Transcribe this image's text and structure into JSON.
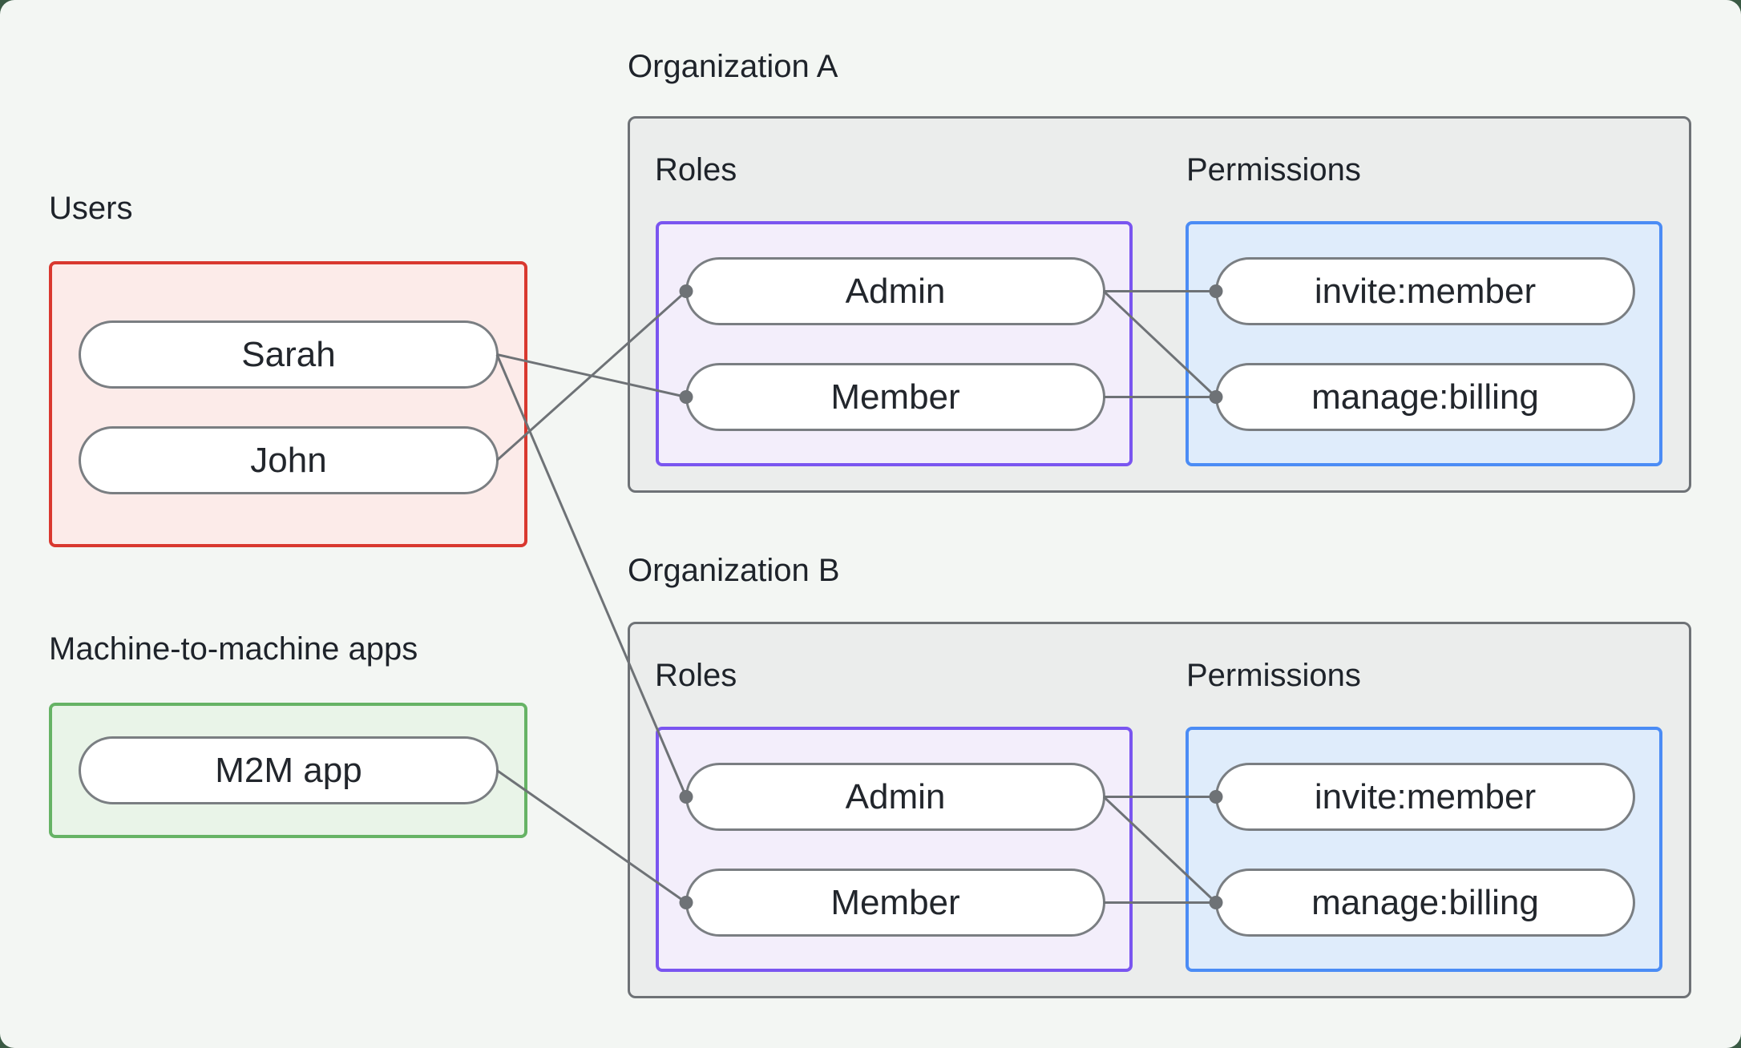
{
  "colors": {
    "page_bg": "#f3f6f3",
    "corner_backdrop": "#3a5a44",
    "text": "#1e232a",
    "pill_text": "#22262c",
    "pill_bg": "#ffffff",
    "pill_border": "#7a7e82",
    "connector": "#6e7276",
    "org_border": "#6e7276",
    "org_bg": "#ebedec",
    "users_border": "#d9382f",
    "users_bg": "#fcebe9",
    "m2m_border": "#66b365",
    "m2m_bg": "#e9f4e8",
    "roles_border": "#7a55f0",
    "roles_bg": "#f3eefb",
    "permissions_border": "#4b8cf5",
    "permissions_bg": "#dfecfb"
  },
  "users": {
    "label": "Users",
    "items": [
      {
        "id": "sarah",
        "label": "Sarah"
      },
      {
        "id": "john",
        "label": "John"
      }
    ]
  },
  "m2m": {
    "label": "Machine-to-machine apps",
    "items": [
      {
        "id": "m2m",
        "label": "M2M app"
      }
    ]
  },
  "orgs": [
    {
      "title": "Organization A",
      "roles": {
        "label": "Roles",
        "items": [
          {
            "id": "orgA-admin",
            "label": "Admin"
          },
          {
            "id": "orgA-member",
            "label": "Member"
          }
        ]
      },
      "permissions": {
        "label": "Permissions",
        "items": [
          {
            "id": "orgA-invite",
            "label": "invite:member"
          },
          {
            "id": "orgA-billing",
            "label": "manage:billing"
          }
        ]
      }
    },
    {
      "title": "Organization B",
      "roles": {
        "label": "Roles",
        "items": [
          {
            "id": "orgB-admin",
            "label": "Admin"
          },
          {
            "id": "orgB-member",
            "label": "Member"
          }
        ]
      },
      "permissions": {
        "label": "Permissions",
        "items": [
          {
            "id": "orgB-invite",
            "label": "invite:member"
          },
          {
            "id": "orgB-billing",
            "label": "manage:billing"
          }
        ]
      }
    }
  ],
  "edges": [
    {
      "from": "sarah",
      "to": "orgA-member"
    },
    {
      "from": "john",
      "to": "orgA-admin"
    },
    {
      "from": "sarah",
      "to": "orgB-admin"
    },
    {
      "from": "m2m",
      "to": "orgB-member"
    },
    {
      "from": "orgA-admin",
      "to": "orgA-invite"
    },
    {
      "from": "orgA-admin",
      "to": "orgA-billing"
    },
    {
      "from": "orgA-member",
      "to": "orgA-billing"
    },
    {
      "from": "orgB-admin",
      "to": "orgB-invite"
    },
    {
      "from": "orgB-admin",
      "to": "orgB-billing"
    },
    {
      "from": "orgB-member",
      "to": "orgB-billing"
    }
  ]
}
